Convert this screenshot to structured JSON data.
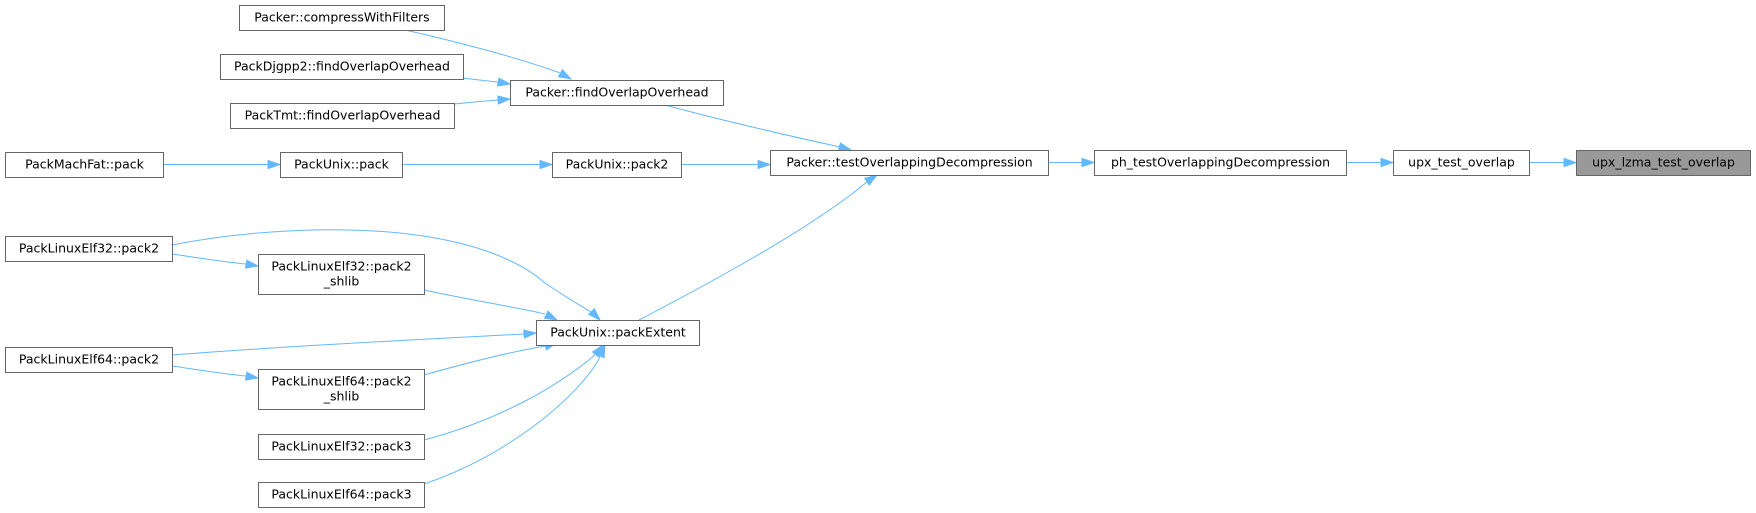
{
  "graph": {
    "target": "upx_lzma_test_overlap",
    "nodes": [
      {
        "id": "upx_lzma_test_overlap",
        "lines": [
          "upx_lzma_test_overlap"
        ]
      },
      {
        "id": "upx_test_overlap",
        "lines": [
          "upx_test_overlap"
        ]
      },
      {
        "id": "ph_testOverlappingDecompression",
        "lines": [
          "ph_testOverlappingDecompression"
        ]
      },
      {
        "id": "Packer::testOverlappingDecompression",
        "lines": [
          "Packer::testOverlappingDecompression"
        ]
      },
      {
        "id": "Packer::findOverlapOverhead",
        "lines": [
          "Packer::findOverlapOverhead"
        ]
      },
      {
        "id": "Packer::compressWithFilters",
        "lines": [
          "Packer::compressWithFilters"
        ]
      },
      {
        "id": "PackDjgpp2::findOverlapOverhead",
        "lines": [
          "PackDjgpp2::findOverlapOverhead"
        ]
      },
      {
        "id": "PackTmt::findOverlapOverhead",
        "lines": [
          "PackTmt::findOverlapOverhead"
        ]
      },
      {
        "id": "PackUnix::pack2",
        "lines": [
          "PackUnix::pack2"
        ]
      },
      {
        "id": "PackUnix::pack",
        "lines": [
          "PackUnix::pack"
        ]
      },
      {
        "id": "PackMachFat::pack",
        "lines": [
          "PackMachFat::pack"
        ]
      },
      {
        "id": "PackUnix::packExtent",
        "lines": [
          "PackUnix::packExtent"
        ]
      },
      {
        "id": "PackLinuxElf32::pack2",
        "lines": [
          "PackLinuxElf32::pack2"
        ]
      },
      {
        "id": "PackLinuxElf32::pack2_shlib",
        "lines": [
          "PackLinuxElf32::pack2",
          "_shlib"
        ]
      },
      {
        "id": "PackLinuxElf64::pack2",
        "lines": [
          "PackLinuxElf64::pack2"
        ]
      },
      {
        "id": "PackLinuxElf64::pack2_shlib",
        "lines": [
          "PackLinuxElf64::pack2",
          "_shlib"
        ]
      },
      {
        "id": "PackLinuxElf32::pack3",
        "lines": [
          "PackLinuxElf32::pack3"
        ]
      },
      {
        "id": "PackLinuxElf64::pack3",
        "lines": [
          "PackLinuxElf64::pack3"
        ]
      }
    ],
    "edges": [
      {
        "from": "upx_test_overlap",
        "to": "upx_lzma_test_overlap"
      },
      {
        "from": "ph_testOverlappingDecompression",
        "to": "upx_test_overlap"
      },
      {
        "from": "Packer::testOverlappingDecompression",
        "to": "ph_testOverlappingDecompression"
      },
      {
        "from": "Packer::findOverlapOverhead",
        "to": "Packer::testOverlappingDecompression"
      },
      {
        "from": "PackUnix::pack2",
        "to": "Packer::testOverlappingDecompression"
      },
      {
        "from": "PackUnix::packExtent",
        "to": "Packer::testOverlappingDecompression"
      },
      {
        "from": "Packer::compressWithFilters",
        "to": "Packer::findOverlapOverhead"
      },
      {
        "from": "PackDjgpp2::findOverlapOverhead",
        "to": "Packer::findOverlapOverhead"
      },
      {
        "from": "PackTmt::findOverlapOverhead",
        "to": "Packer::findOverlapOverhead"
      },
      {
        "from": "PackUnix::pack",
        "to": "PackUnix::pack2"
      },
      {
        "from": "PackMachFat::pack",
        "to": "PackUnix::pack"
      },
      {
        "from": "PackLinuxElf32::pack2",
        "to": "PackUnix::packExtent"
      },
      {
        "from": "PackLinuxElf32::pack2_shlib",
        "to": "PackUnix::packExtent"
      },
      {
        "from": "PackLinuxElf64::pack2",
        "to": "PackUnix::packExtent"
      },
      {
        "from": "PackLinuxElf64::pack2_shlib",
        "to": "PackUnix::packExtent"
      },
      {
        "from": "PackLinuxElf32::pack3",
        "to": "PackUnix::packExtent"
      },
      {
        "from": "PackLinuxElf64::pack3",
        "to": "PackUnix::packExtent"
      },
      {
        "from": "PackLinuxElf32::pack2",
        "to": "PackLinuxElf32::pack2_shlib"
      },
      {
        "from": "PackLinuxElf64::pack2",
        "to": "PackLinuxElf64::pack2_shlib"
      }
    ],
    "colors": {
      "edge": "#63b8ff",
      "node_border": "#666666",
      "node_fill": "#ffffff",
      "highlight_fill": "#999999"
    }
  }
}
